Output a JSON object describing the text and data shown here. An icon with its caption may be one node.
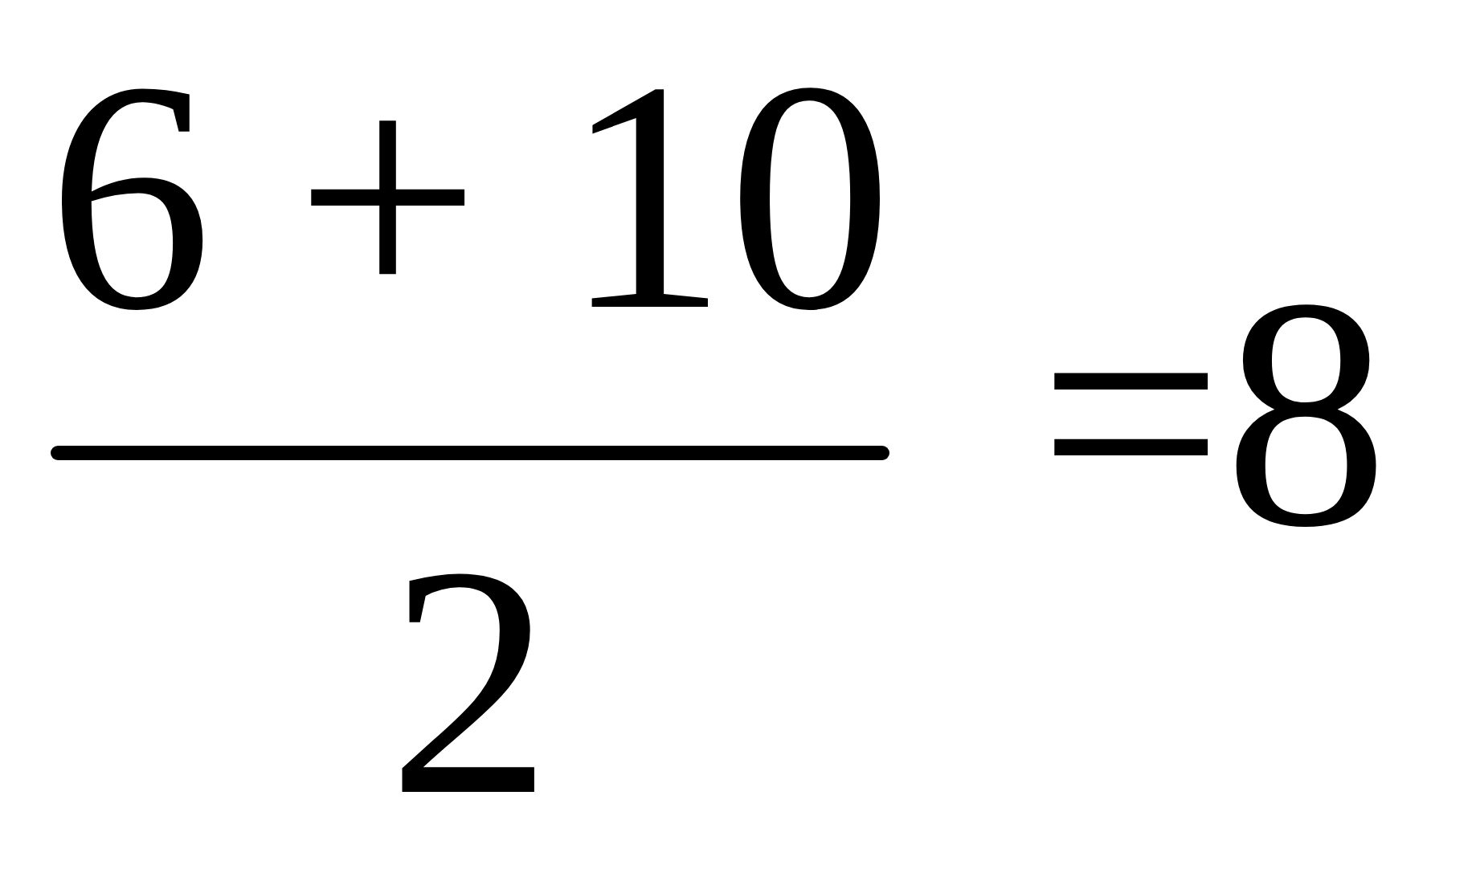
{
  "diagram": {
    "labels": [
      "6 + 10",
      "2",
      "=8"
    ]
  }
}
